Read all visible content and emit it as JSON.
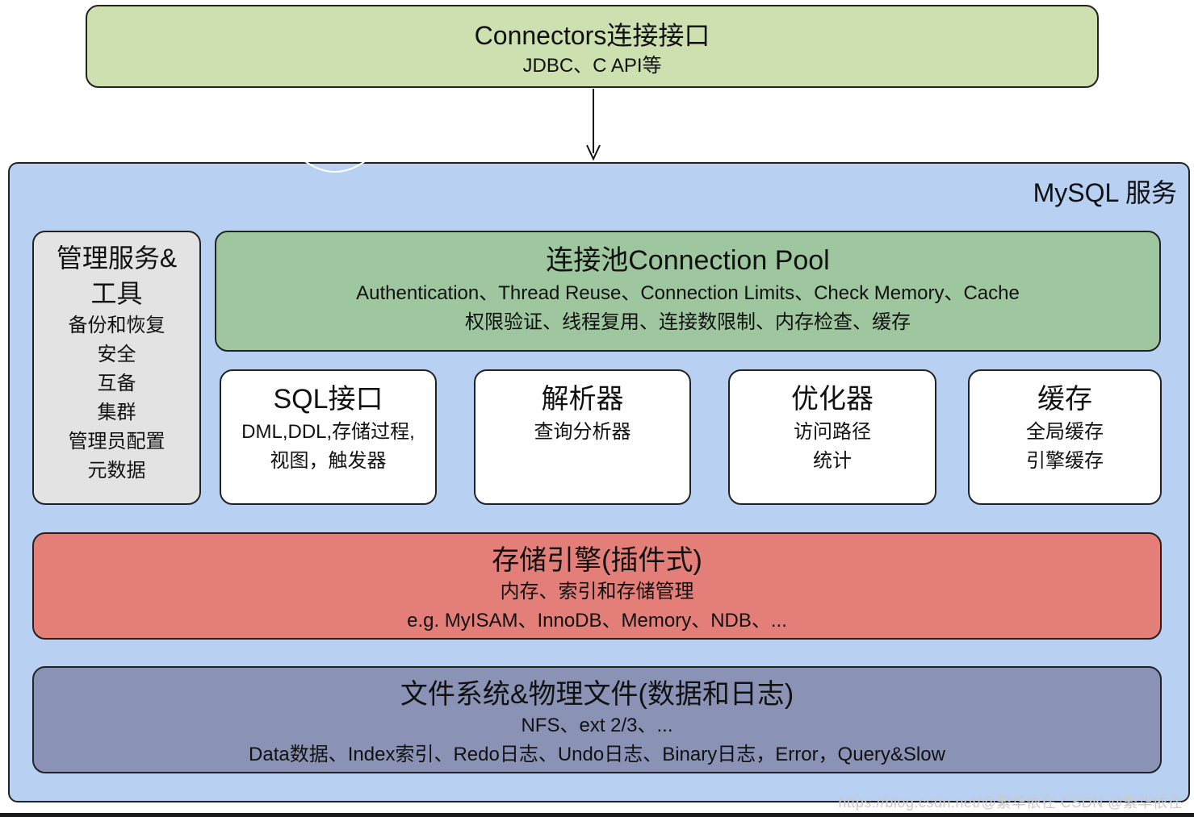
{
  "connectors": {
    "title": "Connectors连接接口",
    "subtitle": "JDBC、C API等"
  },
  "mysql_service": {
    "label": "MySQL 服务",
    "management": {
      "title_line1": "管理服务&",
      "title_line2": "工具",
      "items": [
        "备份和恢复",
        "安全",
        "互备",
        "集群",
        "管理员配置",
        "元数据"
      ]
    },
    "connection_pool": {
      "title": "连接池Connection Pool",
      "line1": "Authentication、Thread Reuse、Connection Limits、Check Memory、Cache",
      "line2": "权限验证、线程复用、连接数限制、内存检查、缓存"
    },
    "sql_interface": {
      "title": "SQL接口",
      "line1": "DML,DDL,存储过程,",
      "line2": "视图，触发器"
    },
    "parser": {
      "title": "解析器",
      "line1": "查询分析器"
    },
    "optimizer": {
      "title": "优化器",
      "line1": "访问路径",
      "line2": "统计"
    },
    "cache": {
      "title": "缓存",
      "line1": "全局缓存",
      "line2": "引擎缓存"
    },
    "storage_engine": {
      "title": "存储引擎(插件式)",
      "line1": "内存、索引和存储管理",
      "line2": "e.g. MyISAM、InnoDB、Memory、NDB、..."
    },
    "file_system": {
      "title": "文件系统&物理文件(数据和日志)",
      "line1": "NFS、ext 2/3、...",
      "line2": "Data数据、Index索引、Redo日志、Undo日志、Binary日志，Error，Query&Slow"
    }
  },
  "watermark": "https://blog.csdn.net/@繁华依在 CSDN @繁华依在",
  "colors": {
    "connectors": "#cde0b0",
    "service": "#b8d0f1",
    "management": "#e3e3e3",
    "connection_pool": "#9fc79f",
    "storage_engine": "#e37f78",
    "file_system": "#8a93b5"
  }
}
